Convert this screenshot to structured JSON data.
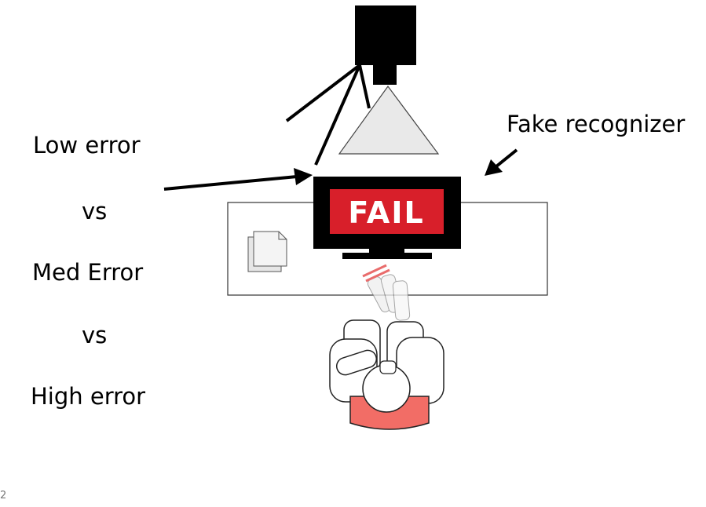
{
  "labels": {
    "low_error": "Low error",
    "vs_1": "vs",
    "med_error": "Med Error",
    "vs_2": "vs",
    "high_error": "High error",
    "fake_recognizer": "Fake recognizer"
  },
  "monitor": {
    "screen_text": "FAIL"
  },
  "slide": {
    "number": "2"
  },
  "colors": {
    "fail_red": "#d81f2a",
    "head_red": "#f26d66"
  },
  "icons": [
    "camera-icon",
    "projector-icon",
    "monitor-icon",
    "documents-icon",
    "wii-remote-icon",
    "person-top-view-icon"
  ]
}
